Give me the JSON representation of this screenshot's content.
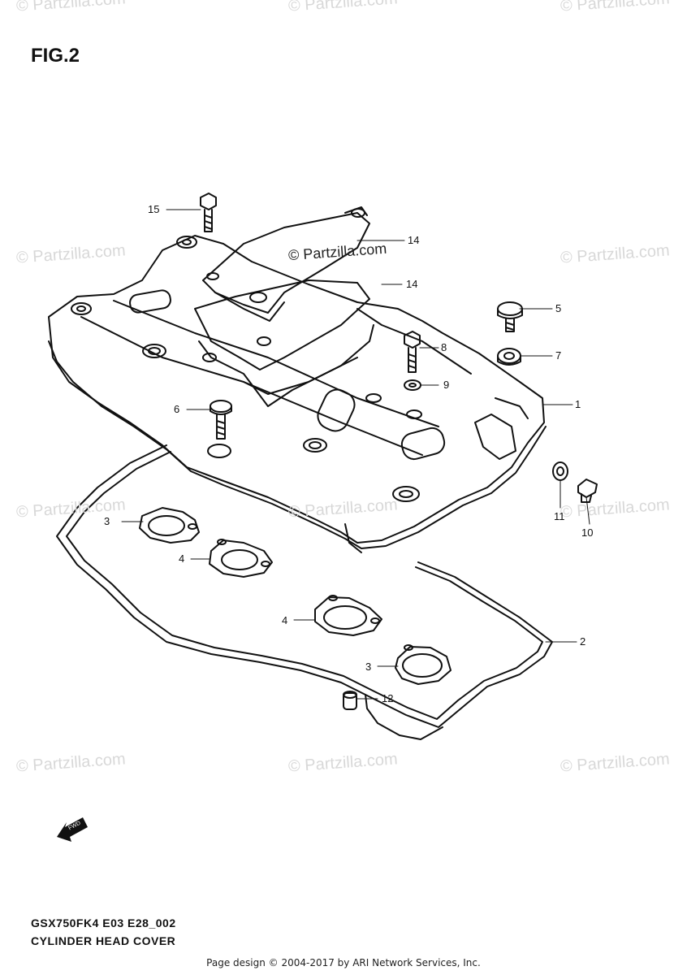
{
  "figure": {
    "title": "FIG.2",
    "model_code": "GSX750FK4 E03 E28_002",
    "diagram_name": "CYLINDER HEAD COVER",
    "fwd_label": "FWD"
  },
  "footer": {
    "copyright": "Page design © 2004-2017 by ARI Network Services, Inc."
  },
  "watermark": {
    "text": "© Partzilla.com"
  },
  "callouts": [
    "1",
    "2",
    "3",
    "3",
    "4",
    "4",
    "5",
    "6",
    "7",
    "8",
    "9",
    "10",
    "11",
    "12",
    "14",
    "14",
    "15"
  ]
}
